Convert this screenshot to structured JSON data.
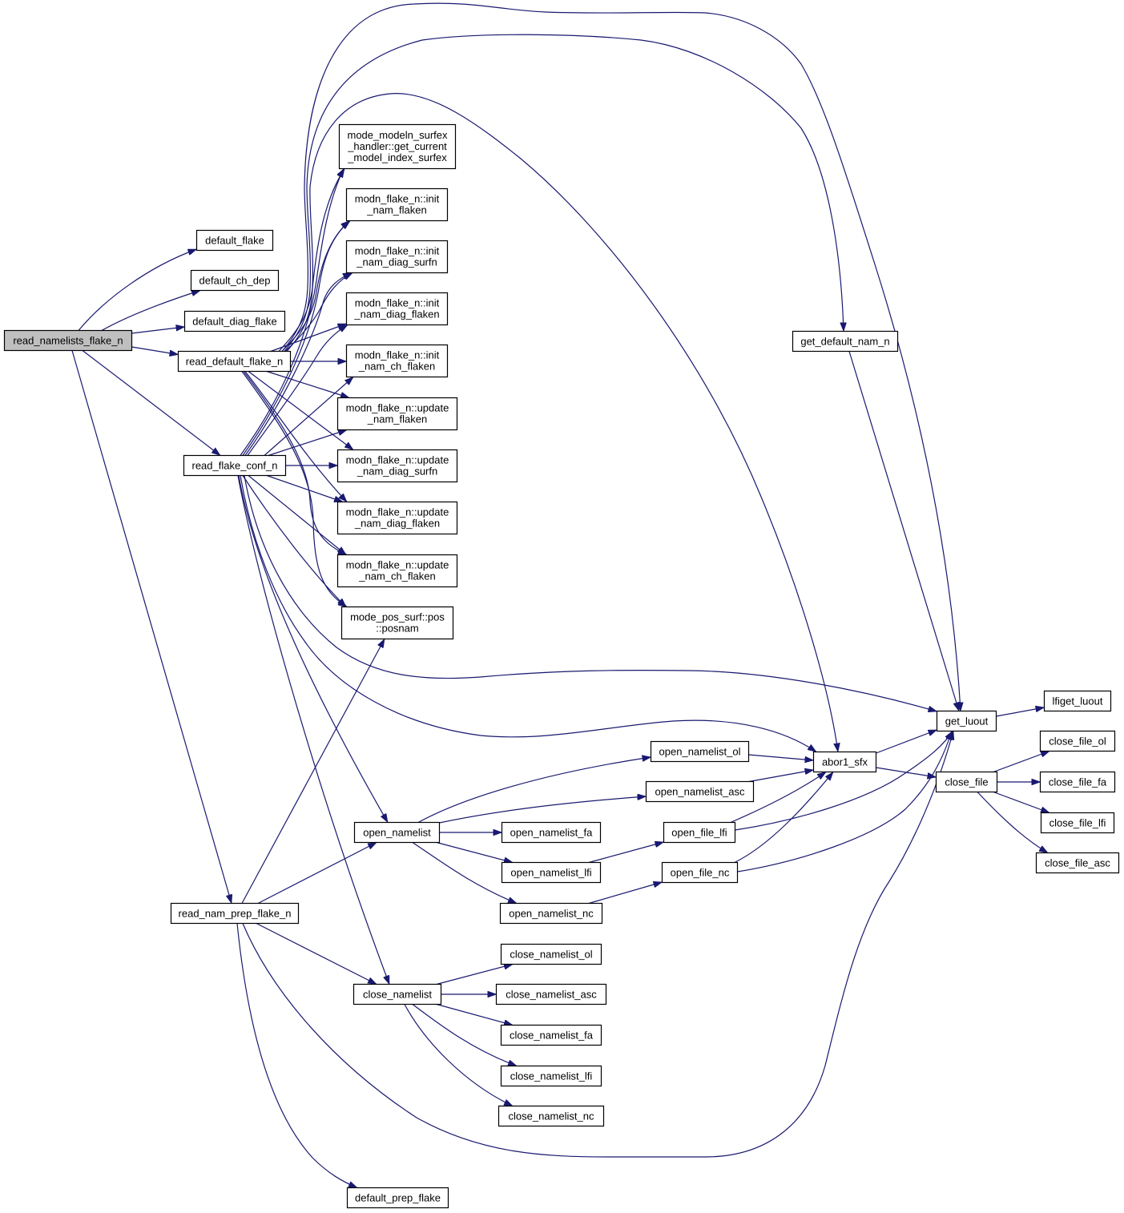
{
  "graph": {
    "kind": "call graph",
    "root": "read_namelists_flake_n",
    "nodes": {
      "read_namelists_flake_n": {
        "name": "read_namelists_flake_n",
        "lines": [
          "read_namelists_flake_n"
        ],
        "highlighted": true
      },
      "default_flake": {
        "name": "default_flake",
        "lines": [
          "default_flake"
        ]
      },
      "default_ch_dep": {
        "name": "default_ch_dep",
        "lines": [
          "default_ch_dep"
        ]
      },
      "default_diag_flake": {
        "name": "default_diag_flake",
        "lines": [
          "default_diag_flake"
        ]
      },
      "read_default_flake_n": {
        "name": "read_default_flake_n",
        "lines": [
          "read_default_flake_n"
        ]
      },
      "read_flake_conf_n": {
        "name": "read_flake_conf_n",
        "lines": [
          "read_flake_conf_n"
        ]
      },
      "read_nam_prep_flake_n": {
        "name": "read_nam_prep_flake_n",
        "lines": [
          "read_nam_prep_flake_n"
        ]
      },
      "get_current_model_index_surfex": {
        "name": "mode_modeln_surfex_handler::get_current_model_index_surfex",
        "lines": [
          "mode_modeln_surfex",
          "_handler::get_current",
          "_model_index_surfex"
        ]
      },
      "init_nam_flaken": {
        "name": "modn_flake_n::init_nam_flaken",
        "lines": [
          "modn_flake_n::init",
          "_nam_flaken"
        ]
      },
      "init_nam_diag_surfn": {
        "name": "modn_flake_n::init_nam_diag_surfn",
        "lines": [
          "modn_flake_n::init",
          "_nam_diag_surfn"
        ]
      },
      "init_nam_diag_flaken": {
        "name": "modn_flake_n::init_nam_diag_flaken",
        "lines": [
          "modn_flake_n::init",
          "_nam_diag_flaken"
        ]
      },
      "init_nam_ch_flaken": {
        "name": "modn_flake_n::init_nam_ch_flaken",
        "lines": [
          "modn_flake_n::init",
          "_nam_ch_flaken"
        ]
      },
      "update_nam_flaken": {
        "name": "modn_flake_n::update_nam_flaken",
        "lines": [
          "modn_flake_n::update",
          "_nam_flaken"
        ]
      },
      "update_nam_diag_surfn": {
        "name": "modn_flake_n::update_nam_diag_surfn",
        "lines": [
          "modn_flake_n::update",
          "_nam_diag_surfn"
        ]
      },
      "update_nam_diag_flaken": {
        "name": "modn_flake_n::update_nam_diag_flaken",
        "lines": [
          "modn_flake_n::update",
          "_nam_diag_flaken"
        ]
      },
      "update_nam_ch_flaken": {
        "name": "modn_flake_n::update_nam_ch_flaken",
        "lines": [
          "modn_flake_n::update",
          "_nam_ch_flaken"
        ]
      },
      "posnam": {
        "name": "mode_pos_surf::pos::posnam",
        "lines": [
          "mode_pos_surf::pos",
          "::posnam"
        ]
      },
      "get_default_nam_n": {
        "name": "get_default_nam_n",
        "lines": [
          "get_default_nam_n"
        ]
      },
      "get_luout": {
        "name": "get_luout",
        "lines": [
          "get_luout"
        ]
      },
      "lfiget_luout": {
        "name": "lfiget_luout",
        "lines": [
          "lfiget_luout"
        ]
      },
      "abor1_sfx": {
        "name": "abor1_sfx",
        "lines": [
          "abor1_sfx"
        ]
      },
      "close_file": {
        "name": "close_file",
        "lines": [
          "close_file"
        ]
      },
      "close_file_ol": {
        "name": "close_file_ol",
        "lines": [
          "close_file_ol"
        ]
      },
      "close_file_fa": {
        "name": "close_file_fa",
        "lines": [
          "close_file_fa"
        ]
      },
      "close_file_lfi": {
        "name": "close_file_lfi",
        "lines": [
          "close_file_lfi"
        ]
      },
      "close_file_asc": {
        "name": "close_file_asc",
        "lines": [
          "close_file_asc"
        ]
      },
      "open_namelist_ol": {
        "name": "open_namelist_ol",
        "lines": [
          "open_namelist_ol"
        ]
      },
      "open_namelist_asc": {
        "name": "open_namelist_asc",
        "lines": [
          "open_namelist_asc"
        ]
      },
      "open_namelist": {
        "name": "open_namelist",
        "lines": [
          "open_namelist"
        ]
      },
      "open_namelist_fa": {
        "name": "open_namelist_fa",
        "lines": [
          "open_namelist_fa"
        ]
      },
      "open_namelist_lfi": {
        "name": "open_namelist_lfi",
        "lines": [
          "open_namelist_lfi"
        ]
      },
      "open_namelist_nc": {
        "name": "open_namelist_nc",
        "lines": [
          "open_namelist_nc"
        ]
      },
      "open_file_lfi": {
        "name": "open_file_lfi",
        "lines": [
          "open_file_lfi"
        ]
      },
      "open_file_nc": {
        "name": "open_file_nc",
        "lines": [
          "open_file_nc"
        ]
      },
      "close_namelist": {
        "name": "close_namelist",
        "lines": [
          "close_namelist"
        ]
      },
      "close_namelist_ol": {
        "name": "close_namelist_ol",
        "lines": [
          "close_namelist_ol"
        ]
      },
      "close_namelist_asc": {
        "name": "close_namelist_asc",
        "lines": [
          "close_namelist_asc"
        ]
      },
      "close_namelist_fa": {
        "name": "close_namelist_fa",
        "lines": [
          "close_namelist_fa"
        ]
      },
      "close_namelist_lfi": {
        "name": "close_namelist_lfi",
        "lines": [
          "close_namelist_lfi"
        ]
      },
      "close_namelist_nc": {
        "name": "close_namelist_nc",
        "lines": [
          "close_namelist_nc"
        ]
      },
      "default_prep_flake": {
        "name": "default_prep_flake",
        "lines": [
          "default_prep_flake"
        ]
      }
    },
    "edges": [
      {
        "from": "read_namelists_flake_n",
        "to": "default_flake"
      },
      {
        "from": "read_namelists_flake_n",
        "to": "default_ch_dep"
      },
      {
        "from": "read_namelists_flake_n",
        "to": "default_diag_flake"
      },
      {
        "from": "read_namelists_flake_n",
        "to": "read_default_flake_n"
      },
      {
        "from": "read_namelists_flake_n",
        "to": "read_flake_conf_n"
      },
      {
        "from": "read_namelists_flake_n",
        "to": "read_nam_prep_flake_n"
      },
      {
        "from": "read_default_flake_n",
        "to": "get_current_model_index_surfex"
      },
      {
        "from": "read_default_flake_n",
        "to": "init_nam_flaken"
      },
      {
        "from": "read_default_flake_n",
        "to": "init_nam_diag_surfn"
      },
      {
        "from": "read_default_flake_n",
        "to": "init_nam_diag_flaken"
      },
      {
        "from": "read_default_flake_n",
        "to": "init_nam_ch_flaken"
      },
      {
        "from": "read_default_flake_n",
        "to": "update_nam_flaken"
      },
      {
        "from": "read_default_flake_n",
        "to": "update_nam_diag_surfn"
      },
      {
        "from": "read_default_flake_n",
        "to": "update_nam_diag_flaken"
      },
      {
        "from": "read_default_flake_n",
        "to": "update_nam_ch_flaken"
      },
      {
        "from": "read_default_flake_n",
        "to": "posnam"
      },
      {
        "from": "read_default_flake_n",
        "to": "get_default_nam_n"
      },
      {
        "from": "read_default_flake_n",
        "to": "get_luout"
      },
      {
        "from": "read_default_flake_n",
        "to": "abor1_sfx"
      },
      {
        "from": "read_flake_conf_n",
        "to": "get_current_model_index_surfex"
      },
      {
        "from": "read_flake_conf_n",
        "to": "init_nam_flaken"
      },
      {
        "from": "read_flake_conf_n",
        "to": "init_nam_diag_surfn"
      },
      {
        "from": "read_flake_conf_n",
        "to": "init_nam_diag_flaken"
      },
      {
        "from": "read_flake_conf_n",
        "to": "init_nam_ch_flaken"
      },
      {
        "from": "read_flake_conf_n",
        "to": "update_nam_flaken"
      },
      {
        "from": "read_flake_conf_n",
        "to": "update_nam_diag_surfn"
      },
      {
        "from": "read_flake_conf_n",
        "to": "update_nam_diag_flaken"
      },
      {
        "from": "read_flake_conf_n",
        "to": "update_nam_ch_flaken"
      },
      {
        "from": "read_flake_conf_n",
        "to": "posnam"
      },
      {
        "from": "read_flake_conf_n",
        "to": "get_luout"
      },
      {
        "from": "read_flake_conf_n",
        "to": "abor1_sfx"
      },
      {
        "from": "read_flake_conf_n",
        "to": "open_namelist"
      },
      {
        "from": "read_flake_conf_n",
        "to": "close_namelist"
      },
      {
        "from": "read_nam_prep_flake_n",
        "to": "posnam"
      },
      {
        "from": "read_nam_prep_flake_n",
        "to": "open_namelist"
      },
      {
        "from": "read_nam_prep_flake_n",
        "to": "close_namelist"
      },
      {
        "from": "read_nam_prep_flake_n",
        "to": "get_luout"
      },
      {
        "from": "read_nam_prep_flake_n",
        "to": "default_prep_flake"
      },
      {
        "from": "get_default_nam_n",
        "to": "get_luout"
      },
      {
        "from": "abor1_sfx",
        "to": "get_luout"
      },
      {
        "from": "abor1_sfx",
        "to": "close_file"
      },
      {
        "from": "get_luout",
        "to": "lfiget_luout"
      },
      {
        "from": "close_file",
        "to": "close_file_ol"
      },
      {
        "from": "close_file",
        "to": "close_file_fa"
      },
      {
        "from": "close_file",
        "to": "close_file_lfi"
      },
      {
        "from": "close_file",
        "to": "close_file_asc"
      },
      {
        "from": "open_namelist",
        "to": "open_namelist_ol"
      },
      {
        "from": "open_namelist",
        "to": "open_namelist_asc"
      },
      {
        "from": "open_namelist",
        "to": "open_namelist_fa"
      },
      {
        "from": "open_namelist",
        "to": "open_namelist_lfi"
      },
      {
        "from": "open_namelist",
        "to": "open_namelist_nc"
      },
      {
        "from": "open_namelist_ol",
        "to": "abor1_sfx"
      },
      {
        "from": "open_namelist_asc",
        "to": "abor1_sfx"
      },
      {
        "from": "open_namelist_lfi",
        "to": "open_file_lfi"
      },
      {
        "from": "open_namelist_nc",
        "to": "open_file_nc"
      },
      {
        "from": "open_file_lfi",
        "to": "abor1_sfx"
      },
      {
        "from": "open_file_lfi",
        "to": "get_luout"
      },
      {
        "from": "open_file_nc",
        "to": "abor1_sfx"
      },
      {
        "from": "open_file_nc",
        "to": "get_luout"
      },
      {
        "from": "close_namelist",
        "to": "close_namelist_ol"
      },
      {
        "from": "close_namelist",
        "to": "close_namelist_asc"
      },
      {
        "from": "close_namelist",
        "to": "close_namelist_fa"
      },
      {
        "from": "close_namelist",
        "to": "close_namelist_lfi"
      },
      {
        "from": "close_namelist",
        "to": "close_namelist_nc"
      }
    ]
  },
  "colors": {
    "background": "#ffffff",
    "edge": "#191970",
    "node_border": "#000000",
    "node_fill": "#ffffff",
    "root_fill": "#bfbfbf",
    "text": "#000000"
  }
}
